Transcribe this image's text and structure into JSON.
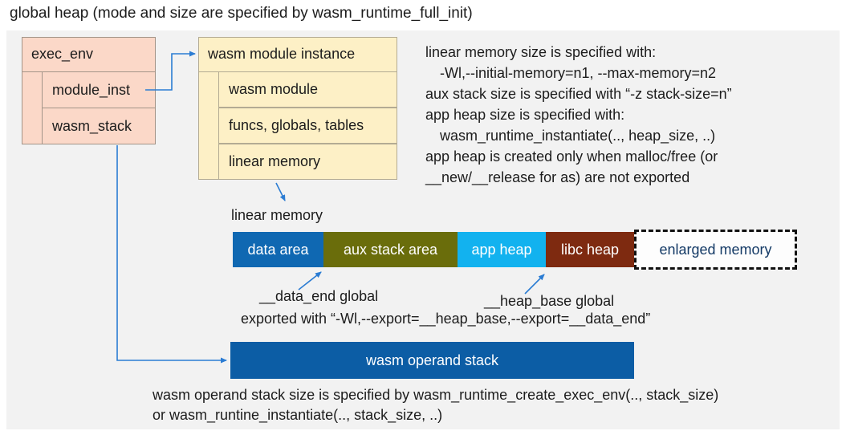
{
  "title": "global heap (mode and size are specified by wasm_runtime_full_init)",
  "exec_env_box": {
    "header": "exec_env",
    "rows": [
      "module_inst",
      "wasm_stack"
    ]
  },
  "module_instance_box": {
    "header": "wasm module instance",
    "rows": [
      "wasm module",
      "funcs, globals, tables",
      "linear memory"
    ]
  },
  "right_notes": {
    "lines": [
      "linear memory size is specified with:",
      "-Wl,--initial-memory=n1, --max-memory=n2",
      "aux stack size is specified with “-z stack-size=n”",
      "app heap size is specified with:",
      "wasm_runtime_instantiate(.., heap_size, ..)",
      "app heap is created only when malloc/free (or",
      "__new/__release for as) are not exported"
    ]
  },
  "linear_memory": {
    "label": "linear memory",
    "segments": [
      {
        "label": "data area",
        "color": "#0f68b2"
      },
      {
        "label": "aux stack area",
        "color": "#6a6d0b"
      },
      {
        "label": "app heap",
        "color": "#12b2ef"
      },
      {
        "label": "libc heap",
        "color": "#7e2a10"
      },
      {
        "label": "enlarged memory",
        "color": "#fdfdfd",
        "border": "dashed-black",
        "text_color": "#143a66"
      }
    ]
  },
  "annotations": {
    "data_end_label": "__data_end global",
    "heap_base_label": "__heap_base global",
    "exported_line": "exported with “-Wl,--export=__heap_base,--export=__data_end”"
  },
  "operand_stack": {
    "label": "wasm operand stack",
    "notes": [
      "wasm operand stack size is specified by wasm_runtime_create_exec_env(.., stack_size)",
      "or wasm_runtine_instantiate(.., stack_size, ..)"
    ]
  },
  "colors": {
    "panel_bg": "#f2f2f2",
    "exec_env_fill": "#fbd8c8",
    "module_instance_fill": "#fdf0c6",
    "operand_stack_fill": "#0c5da5",
    "arrow": "#2b7cd3",
    "enlarged_memory_text": "#143a66"
  }
}
